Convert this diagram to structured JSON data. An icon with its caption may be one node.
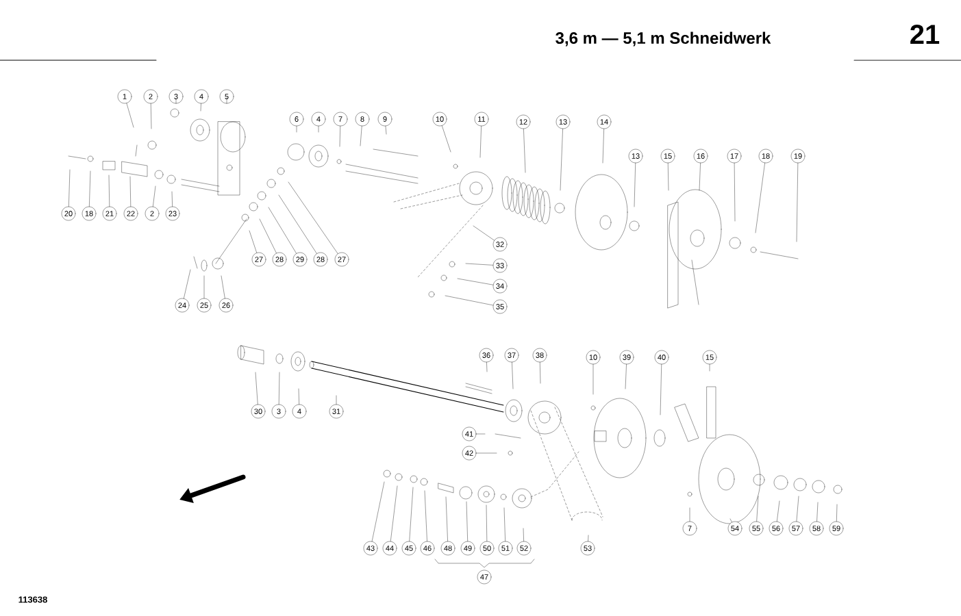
{
  "diagram": {
    "title": "3,6 m — 5,1 m Schneidwerk",
    "nodes": [
      {
        "text": [
          "1"
        ]
      },
      {
        "text": [
          "2"
        ]
      },
      {
        "text": [
          "3"
        ]
      },
      {
        "text": [
          "4"
        ]
      },
      {
        "text": [
          "5"
        ]
      },
      {
        "text": [
          "6"
        ]
      },
      {
        "text": [
          "4"
        ]
      },
      {
        "text": [
          "7"
        ]
      },
      {
        "text": [
          "8"
        ]
      },
      {
        "text": [
          "9"
        ]
      },
      {
        "text": [
          "10"
        ]
      },
      {
        "text": [
          "11"
        ]
      },
      {
        "text": [
          "12"
        ]
      },
      {
        "text": [
          "13"
        ]
      },
      {
        "text": [
          "14"
        ]
      },
      {
        "text": [
          "13"
        ]
      },
      {
        "text": [
          "15"
        ]
      },
      {
        "text": [
          "16"
        ]
      },
      {
        "text": [
          "17"
        ]
      },
      {
        "text": [
          "18"
        ]
      },
      {
        "text": [
          "19"
        ]
      },
      {
        "text": [
          "20"
        ]
      },
      {
        "text": [
          "18"
        ]
      },
      {
        "text": [
          "21"
        ]
      },
      {
        "text": [
          "22"
        ]
      },
      {
        "text": [
          "2"
        ]
      },
      {
        "text": [
          "23"
        ]
      },
      {
        "text": [
          "27"
        ]
      },
      {
        "text": [
          "28"
        ]
      },
      {
        "text": [
          "29"
        ]
      },
      {
        "text": [
          "28"
        ]
      },
      {
        "text": [
          "27"
        ]
      },
      {
        "text": [
          "24"
        ]
      },
      {
        "text": [
          "25"
        ]
      },
      {
        "text": [
          "26"
        ]
      },
      {
        "text": [
          "32"
        ]
      },
      {
        "text": [
          "33"
        ]
      },
      {
        "text": [
          "34"
        ]
      },
      {
        "text": [
          "35"
        ]
      },
      {
        "text": [
          "36"
        ]
      },
      {
        "text": [
          "37"
        ]
      },
      {
        "text": [
          "38"
        ]
      },
      {
        "text": [
          "10"
        ]
      },
      {
        "text": [
          "39"
        ]
      },
      {
        "text": [
          "40"
        ]
      },
      {
        "text": [
          "15"
        ]
      },
      {
        "text": [
          "30"
        ]
      },
      {
        "text": [
          "3"
        ]
      },
      {
        "text": [
          "4"
        ]
      },
      {
        "text": [
          "31"
        ]
      },
      {
        "text": [
          "41"
        ]
      },
      {
        "text": [
          "42"
        ]
      },
      {
        "text": [
          "43"
        ]
      },
      {
        "text": [
          "44"
        ]
      },
      {
        "text": [
          "45"
        ]
      },
      {
        "text": [
          "46"
        ]
      },
      {
        "text": [
          "48"
        ]
      },
      {
        "text": [
          "49"
        ]
      },
      {
        "text": [
          "50"
        ]
      },
      {
        "text": [
          "51"
        ]
      },
      {
        "text": [
          "52"
        ]
      },
      {
        "text": [
          "53"
        ]
      },
      {
        "text": [
          "7"
        ]
      },
      {
        "text": [
          "54"
        ]
      },
      {
        "text": [
          "55"
        ]
      },
      {
        "text": [
          "56"
        ]
      },
      {
        "text": [
          "57"
        ]
      },
      {
        "text": [
          "58"
        ]
      },
      {
        "text": [
          "59"
        ]
      },
      {
        "text": [
          "47"
        ]
      }
    ],
    "edges": [
      {
        "from": 0,
        "to": null,
        "arrow": "none"
      },
      {
        "from": 1,
        "to": null,
        "arrow": "none"
      },
      {
        "from": 2,
        "to": null,
        "arrow": "none"
      },
      {
        "from": 3,
        "to": null,
        "arrow": "none"
      },
      {
        "from": 4,
        "to": null,
        "arrow": "none"
      },
      {
        "from": 5,
        "to": null,
        "arrow": "none"
      },
      {
        "from": 6,
        "to": null,
        "arrow": "none"
      },
      {
        "from": 7,
        "to": null,
        "arrow": "none"
      },
      {
        "from": 8,
        "to": null,
        "arrow": "none"
      },
      {
        "from": 9,
        "to": null,
        "arrow": "none"
      },
      {
        "from": 10,
        "to": null,
        "arrow": "none"
      },
      {
        "from": 11,
        "to": null,
        "arrow": "none"
      },
      {
        "from": 12,
        "to": null,
        "arrow": "none"
      },
      {
        "from": 13,
        "to": null,
        "arrow": "none"
      },
      {
        "from": 14,
        "to": null,
        "arrow": "none"
      },
      {
        "from": 15,
        "to": null,
        "arrow": "none"
      },
      {
        "from": 16,
        "to": null,
        "arrow": "none"
      },
      {
        "from": 17,
        "to": null,
        "arrow": "none"
      },
      {
        "from": 18,
        "to": null,
        "arrow": "none"
      },
      {
        "from": 19,
        "to": null,
        "arrow": "none"
      },
      {
        "from": 20,
        "to": null,
        "arrow": "none"
      },
      {
        "from": 21,
        "to": null,
        "arrow": "none"
      },
      {
        "from": 22,
        "to": null,
        "arrow": "none"
      },
      {
        "from": 23,
        "to": null,
        "arrow": "none"
      },
      {
        "from": 24,
        "to": null,
        "arrow": "none"
      },
      {
        "from": 25,
        "to": null,
        "arrow": "none"
      },
      {
        "from": 26,
        "to": null,
        "arrow": "none"
      },
      {
        "from": 27,
        "to": null,
        "arrow": "none"
      },
      {
        "from": 28,
        "to": null,
        "arrow": "none"
      },
      {
        "from": 29,
        "to": null,
        "arrow": "none"
      },
      {
        "from": 30,
        "to": null,
        "arrow": "none"
      },
      {
        "from": 31,
        "to": null,
        "arrow": "none"
      },
      {
        "from": 32,
        "to": null,
        "arrow": "none"
      },
      {
        "from": 33,
        "to": null,
        "arrow": "none"
      },
      {
        "from": 34,
        "to": null,
        "arrow": "none"
      },
      {
        "from": 35,
        "to": null,
        "arrow": "none"
      },
      {
        "from": 36,
        "to": null,
        "arrow": "none"
      },
      {
        "from": 37,
        "to": null,
        "arrow": "none"
      },
      {
        "from": 38,
        "to": null,
        "arrow": "none"
      },
      {
        "from": 39,
        "to": null,
        "arrow": "none"
      },
      {
        "from": 40,
        "to": null,
        "arrow": "none"
      },
      {
        "from": 41,
        "to": null,
        "arrow": "none"
      },
      {
        "from": 42,
        "to": null,
        "arrow": "none"
      },
      {
        "from": 43,
        "to": null,
        "arrow": "none"
      },
      {
        "from": 44,
        "to": null,
        "arrow": "none"
      },
      {
        "from": 45,
        "to": null,
        "arrow": "none"
      },
      {
        "from": 46,
        "to": null,
        "arrow": "none"
      },
      {
        "from": 47,
        "to": null,
        "arrow": "none"
      },
      {
        "from": 48,
        "to": null,
        "arrow": "none"
      },
      {
        "from": 49,
        "to": null,
        "arrow": "none"
      },
      {
        "from": 50,
        "to": null,
        "arrow": "none"
      },
      {
        "from": 51,
        "to": null,
        "arrow": "none"
      },
      {
        "from": 52,
        "to": null,
        "arrow": "none"
      },
      {
        "from": 53,
        "to": null,
        "arrow": "none"
      },
      {
        "from": 54,
        "to": null,
        "arrow": "none"
      },
      {
        "from": 55,
        "to": null,
        "arrow": "none"
      },
      {
        "from": 56,
        "to": null,
        "arrow": "none"
      },
      {
        "from": 57,
        "to": null,
        "arrow": "none"
      },
      {
        "from": 58,
        "to": null,
        "arrow": "none"
      },
      {
        "from": 59,
        "to": null,
        "arrow": "none"
      },
      {
        "from": 60,
        "to": null,
        "arrow": "none"
      },
      {
        "from": 61,
        "to": null,
        "arrow": "none"
      },
      {
        "from": 62,
        "to": null,
        "arrow": "none"
      },
      {
        "from": 63,
        "to": null,
        "arrow": "none"
      },
      {
        "from": 64,
        "to": null,
        "arrow": "none"
      },
      {
        "from": 65,
        "to": null,
        "arrow": "none"
      },
      {
        "from": 66,
        "to": null,
        "arrow": "none"
      },
      {
        "from": 67,
        "to": null,
        "arrow": "none"
      },
      {
        "from": 68,
        "to": null,
        "arrow": "none"
      }
    ],
    "labels": [
      "21",
      "113638"
    ]
  }
}
